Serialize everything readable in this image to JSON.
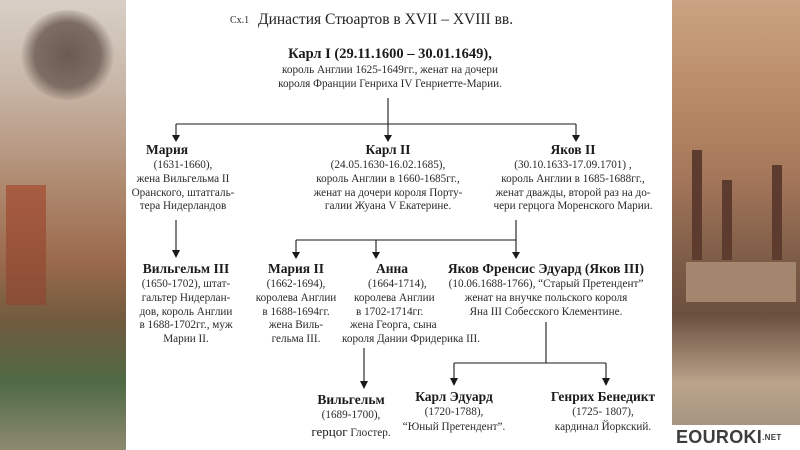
{
  "header": {
    "scheme_no": "Сх.1",
    "title": "Династия Стюартов в XVII – XVIII вв."
  },
  "charles1": {
    "name": "Карл I (29.11.1600 – 30.01.1649),",
    "line1": "король Англии 1625-1649гг., женат на дочери",
    "line2": "короля Франции Генриха IV Генриетте-Марии."
  },
  "mary": {
    "name": "Мария",
    "lines": [
      "(1631-1660),",
      "жена Вильгельма II",
      "Оранского, штатгаль-",
      "тера Нидерландов"
    ]
  },
  "charles2": {
    "name": "Карл II",
    "lines": [
      "(24.05.1630-16.02.1685),",
      "король Англии в 1660-1685гг.,",
      "женат на дочери короля Порту-",
      "галии Жуана V  Екатерине."
    ]
  },
  "james2": {
    "name": "Яков II",
    "lines": [
      "(30.10.1633-17.09.1701) ,",
      "король Англии в 1685-1688гг.,",
      "женат дважды, второй раз на до-",
      "чери герцога Моренского Марии."
    ]
  },
  "william3": {
    "name": "Вильгельм III",
    "lines": [
      "(1650-1702), штат-",
      "гальтер Нидерлан-",
      "дов, король Англии",
      "в 1688-1702гг., муж",
      "Марии II."
    ]
  },
  "mary2": {
    "name": "Мария II",
    "lines": [
      "(1662-1694),",
      "королева Англии",
      "в 1688-1694гг.",
      "жена Виль-",
      "гельма III."
    ]
  },
  "anne": {
    "name": "Анна",
    "lines": [
      "(1664-1714),",
      "королева Англии",
      "в 1702-1714гг.",
      "жена Георга, сына",
      "короля Дании Фридерика III."
    ]
  },
  "james_francis": {
    "name": "Яков Френсис Эдуард  (Яков III)",
    "lines": [
      "(10.06.1688-1766), “Старый Претендент”",
      "женат на внучке польского короля",
      "Яна III Собесского Клементине."
    ]
  },
  "william_gloucester": {
    "name": "Вильгельм",
    "line1": "(1689-1700),",
    "title_word": "герцог",
    "title_rest": " Глостер."
  },
  "charles_edward": {
    "name": "Карл Эдуард",
    "lines": [
      "(1720-1788),",
      "“Юный Претендент”."
    ]
  },
  "henry_benedict": {
    "name": "Генрих Бенедикт",
    "lines": [
      "(1725- 1807),",
      "кардинал Йоркский."
    ]
  },
  "logo": {
    "text": "EOUROKI",
    "suffix": ".NET"
  }
}
